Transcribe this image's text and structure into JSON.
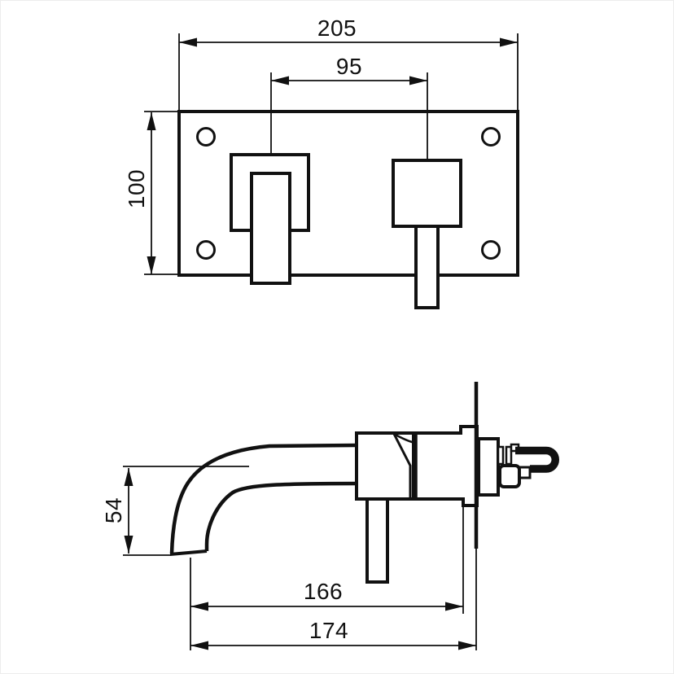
{
  "diagram": {
    "type": "technical-drawing",
    "subject": "wall-mounted-basin-mixer-tap",
    "colors": {
      "line": "#111111",
      "background": "#ffffff"
    },
    "front_view": {
      "name": "wall-plate-front-view",
      "dims": {
        "plate_width": "205",
        "center_spacing": "95",
        "plate_height": "100"
      }
    },
    "side_view": {
      "name": "tap-side-profile-view",
      "dims": {
        "spout_drop": "54",
        "spout_reach": "166",
        "overall_projection": "174"
      }
    }
  }
}
